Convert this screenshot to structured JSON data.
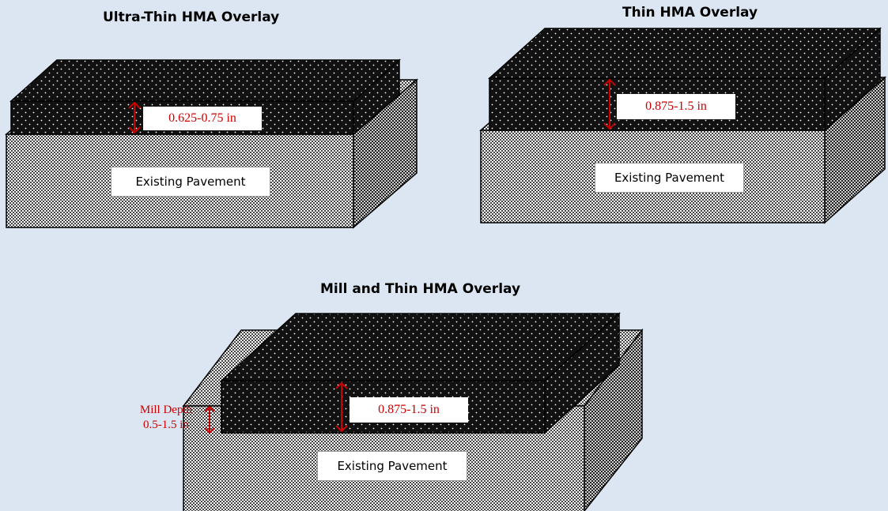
{
  "colors": {
    "background": "#dce6f2",
    "overlay_fill": "#111111",
    "overlay_dots": "#ffffff",
    "pavement_fill": "#8a8a8a",
    "dimension_color": "#cc0000"
  },
  "panels": [
    {
      "title": "Ultra-Thin HMA Overlay",
      "thickness_label": "0.625-0.75 in",
      "base_label": "Existing Pavement"
    },
    {
      "title": "Thin HMA Overlay",
      "thickness_label": "0.875-1.5 in",
      "base_label": "Existing Pavement"
    },
    {
      "title": "Mill and Thin HMA Overlay",
      "thickness_label": "0.875-1.5 in",
      "base_label": "Existing Pavement",
      "mill_label_line1": "Mill Depth",
      "mill_label_line2": "0.5-1.5 in"
    }
  ]
}
